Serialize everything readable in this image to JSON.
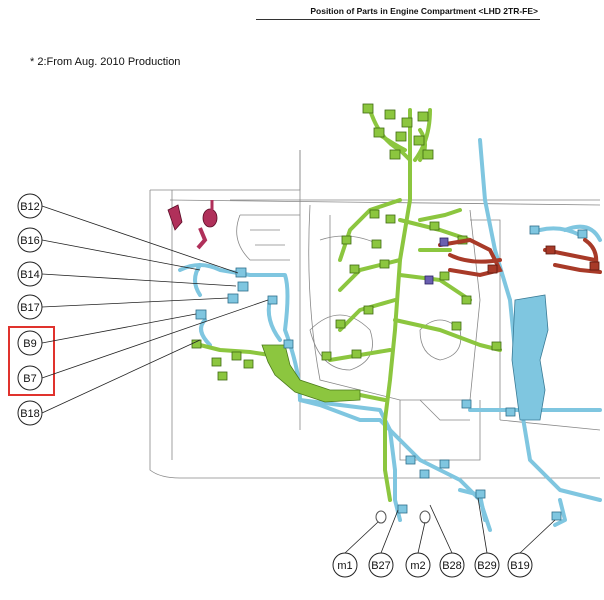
{
  "header": {
    "title": "Position of Parts in Engine Compartment <LHD 2TR-FE>"
  },
  "note": "* 2:From Aug. 2010 Production",
  "left_labels": [
    {
      "id": "B12"
    },
    {
      "id": "B16"
    },
    {
      "id": "B14"
    },
    {
      "id": "B17"
    },
    {
      "id": "B9"
    },
    {
      "id": "B7"
    },
    {
      "id": "B18"
    }
  ],
  "bottom_labels": [
    {
      "id": "m1"
    },
    {
      "id": "B27"
    },
    {
      "id": "m2"
    },
    {
      "id": "B28"
    },
    {
      "id": "B29"
    },
    {
      "id": "B19"
    }
  ],
  "colors": {
    "harness_green": "#8cc63f",
    "harness_blue": "#7fc6e0",
    "harness_red": "#a83a28",
    "harness_magenta": "#b0305a",
    "highlight_box": "#e0322d",
    "outline": "#555555"
  }
}
